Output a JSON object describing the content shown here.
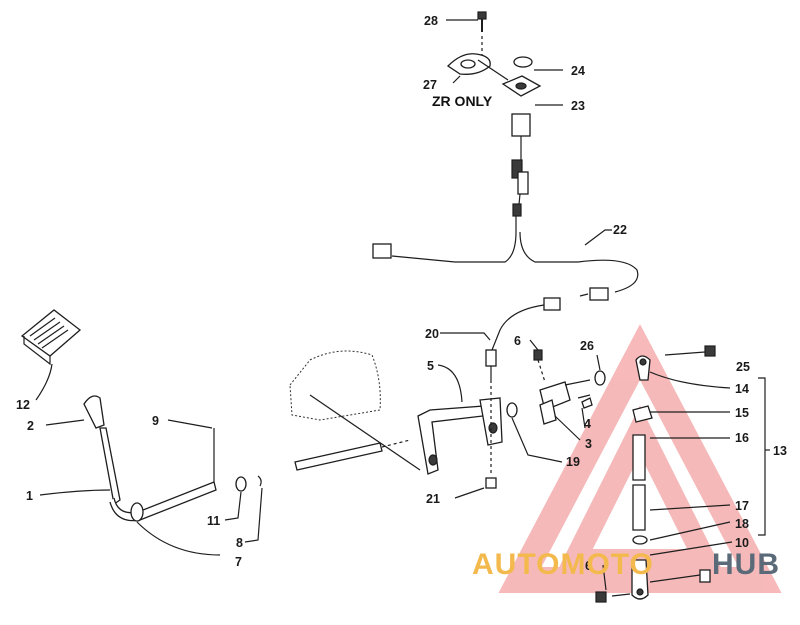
{
  "note": "ZR ONLY",
  "watermark": {
    "part1": "AUTOMOTO",
    "part2": "HUB"
  },
  "callouts": [
    {
      "id": "c28",
      "text": "28"
    },
    {
      "id": "c27",
      "text": "27"
    },
    {
      "id": "c24",
      "text": "24"
    },
    {
      "id": "c23",
      "text": "23"
    },
    {
      "id": "c22",
      "text": "22"
    },
    {
      "id": "c20",
      "text": "20"
    },
    {
      "id": "c12",
      "text": "12"
    },
    {
      "id": "c2",
      "text": "2"
    },
    {
      "id": "c9",
      "text": "9"
    },
    {
      "id": "c1",
      "text": "1"
    },
    {
      "id": "c11",
      "text": "11"
    },
    {
      "id": "c8",
      "text": "8"
    },
    {
      "id": "c7",
      "text": "7"
    },
    {
      "id": "c5",
      "text": "5"
    },
    {
      "id": "c21",
      "text": "21"
    },
    {
      "id": "c6a",
      "text": "6"
    },
    {
      "id": "c26",
      "text": "26"
    },
    {
      "id": "c4",
      "text": "4"
    },
    {
      "id": "c3",
      "text": "3"
    },
    {
      "id": "c19",
      "text": "19"
    },
    {
      "id": "c25",
      "text": "25"
    },
    {
      "id": "c14",
      "text": "14"
    },
    {
      "id": "c15",
      "text": "15"
    },
    {
      "id": "c16",
      "text": "16"
    },
    {
      "id": "c13",
      "text": "13"
    },
    {
      "id": "c17",
      "text": "17"
    },
    {
      "id": "c18",
      "text": "18"
    },
    {
      "id": "c10",
      "text": "10"
    },
    {
      "id": "c6b",
      "text": "6"
    }
  ]
}
